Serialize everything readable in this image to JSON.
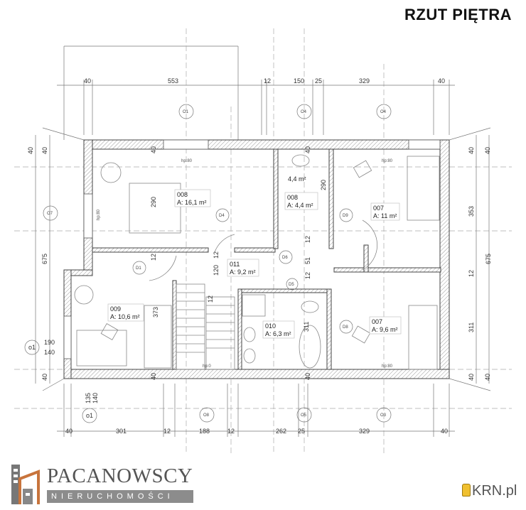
{
  "title": "RZUT PIĘTRA",
  "dims_top": [
    "40",
    "553",
    "12",
    "150",
    "25",
    "329",
    "40"
  ],
  "dims_bottom": [
    "40",
    "301",
    "12",
    "188",
    "12",
    "262",
    "25",
    "329",
    "40"
  ],
  "dims_left": [
    "40",
    "675",
    "190",
    "140",
    "40",
    "135",
    "140"
  ],
  "dims_right": [
    "40",
    "353",
    "12",
    "311",
    "40",
    "675"
  ],
  "rooms": [
    {
      "number": "008",
      "area": "A: 16,1 m²"
    },
    {
      "number": "008",
      "area": "A: 4,4 m²"
    },
    {
      "number": "007",
      "area": "A: 11 m²"
    },
    {
      "number": "011",
      "area": "A: 9,2 m²"
    },
    {
      "number": "009",
      "area": "A: 10,6 m²"
    },
    {
      "number": "010",
      "area": "A: 6,3 m²"
    },
    {
      "number": "007",
      "area": "A: 9,6 m²"
    }
  ],
  "room_extra_area": "4,4 m²",
  "markers": [
    "O1",
    "O4",
    "O4",
    "O7",
    "D1",
    "D4",
    "D6",
    "D5",
    "D9",
    "D8",
    "o1",
    "o1",
    "O8",
    "O5",
    "O3"
  ],
  "interior_dims": [
    "290",
    "290",
    "373",
    "120",
    "12",
    "12",
    "12",
    "51",
    "12",
    "311",
    "40",
    "40",
    "40",
    "40",
    "12",
    "40",
    "40",
    "40"
  ],
  "annotations": [
    "hp:80",
    "hp:80",
    "hp:80",
    "hp:80",
    "hp:0"
  ],
  "logo": {
    "name": "PACANOWSCY",
    "sub": "NIERUCHOMOŚCI"
  },
  "watermark": "KRN.pl"
}
